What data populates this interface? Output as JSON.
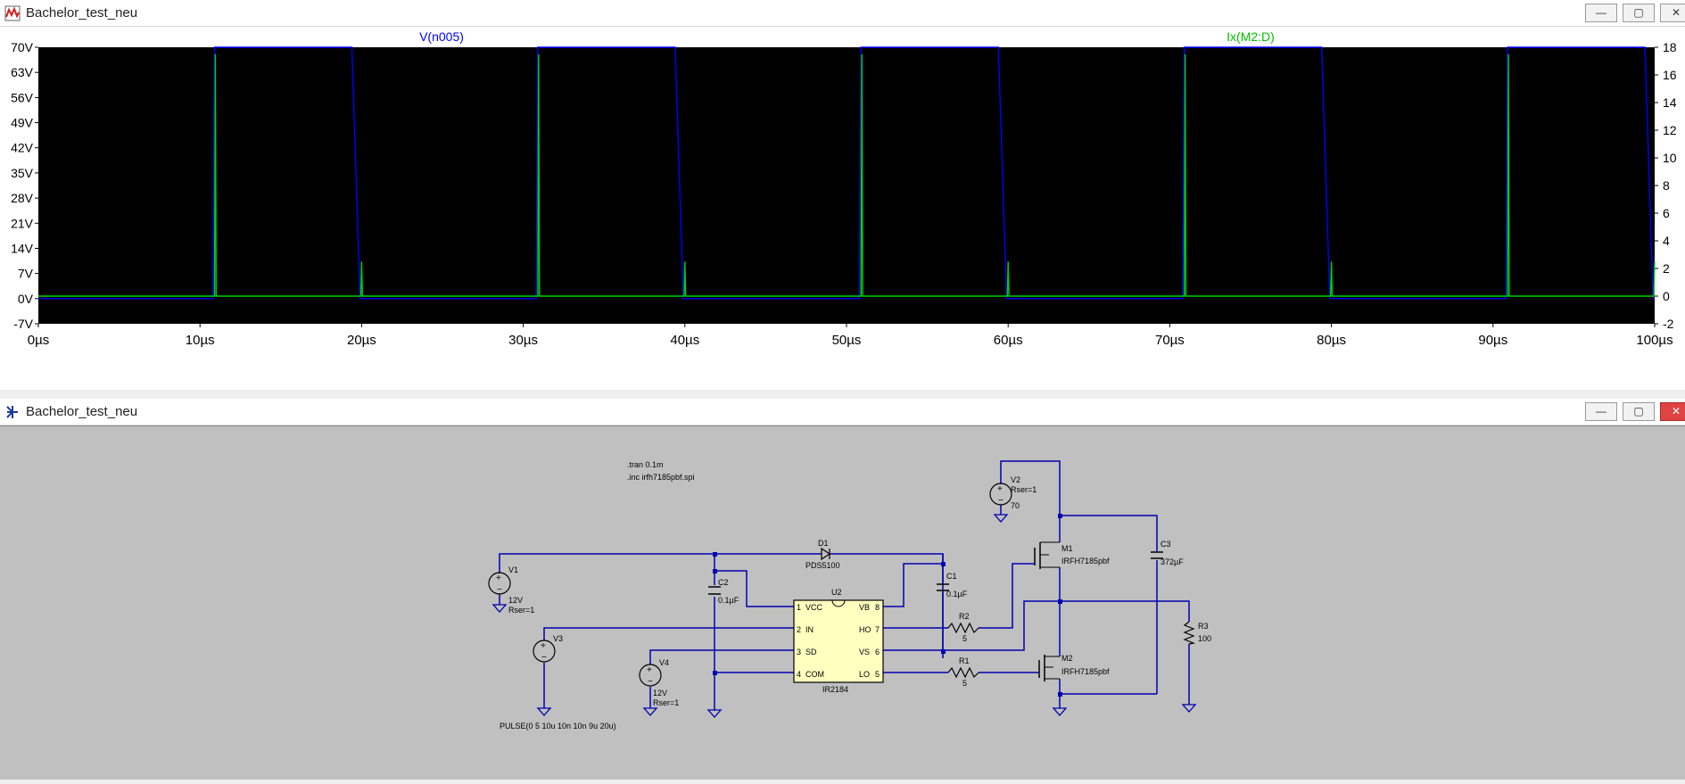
{
  "plot_window": {
    "title": "Bachelor_test_neu",
    "traces": [
      {
        "name": "V(n005)",
        "color": "#0000ff"
      },
      {
        "name": "Ix(M2:D)",
        "color": "#00d000"
      }
    ],
    "left_axis_ticks": [
      "70V",
      "63V",
      "56V",
      "49V",
      "42V",
      "35V",
      "28V",
      "21V",
      "14V",
      "7V",
      "0V",
      "-7V"
    ],
    "right_axis_ticks": [
      "18",
      "16",
      "14",
      "12",
      "10",
      "8",
      "6",
      "4",
      "2",
      "0",
      "-2"
    ],
    "x_axis_ticks": [
      "0µs",
      "10µs",
      "20µs",
      "30µs",
      "40µs",
      "50µs",
      "60µs",
      "70µs",
      "80µs",
      "90µs",
      "100µs"
    ]
  },
  "chart_data": {
    "type": "line",
    "xlabel": "",
    "ylabel": "",
    "x_range_us": [
      0,
      100
    ],
    "y_left_range_V": [
      -7,
      70
    ],
    "series": [
      {
        "name": "V(n005)",
        "axis": "left",
        "unit": "V",
        "x": [
          0,
          10.8,
          10.9,
          19.4,
          19.9,
          30.8,
          30.9,
          39.4,
          39.9,
          50.8,
          50.9,
          59.4,
          59.9,
          70.8,
          70.9,
          79.4,
          79.9,
          90.8,
          90.9,
          99.4,
          99.9,
          100
        ],
        "y": [
          0,
          0,
          70,
          70,
          0,
          0,
          70,
          70,
          0,
          0,
          70,
          70,
          0,
          0,
          70,
          70,
          0,
          0,
          70,
          70,
          0,
          0
        ]
      },
      {
        "name": "Ix(M2:D)",
        "axis": "right",
        "x": [
          0,
          10.9,
          10.95,
          11.0,
          19.95,
          20.0,
          20.05,
          30.9,
          30.95,
          31.0,
          39.95,
          40.0,
          40.05,
          50.9,
          50.95,
          51.0,
          59.95,
          60.0,
          60.05,
          70.9,
          70.95,
          71.0,
          79.95,
          80.0,
          80.05,
          90.9,
          90.95,
          91.0,
          99.95,
          100
        ],
        "y": [
          0,
          0,
          17.5,
          0,
          0,
          2.5,
          0,
          0,
          17.5,
          0,
          0,
          2.5,
          0,
          0,
          17.5,
          0,
          0,
          2.5,
          0,
          0,
          17.5,
          0,
          0,
          2.5,
          0,
          0,
          17.5,
          0,
          0,
          2.5
        ]
      }
    ]
  },
  "schematic_window": {
    "title": "Bachelor_test_neu",
    "directives": [
      ".tran 0.1m",
      ".inc irfh7185pbf.spi"
    ],
    "components": {
      "v1": {
        "name": "V1",
        "value": "12V",
        "param": "Rser=1"
      },
      "v2": {
        "name": "V2",
        "value": "70",
        "param": "Rser=1"
      },
      "v3": {
        "name": "V3",
        "value": "PULSE(0 5 10u 10n 10n 9u 20u)"
      },
      "v4": {
        "name": "V4",
        "value": "12V",
        "param": "Rser=1"
      },
      "d1": {
        "name": "D1",
        "value": "PDS5100"
      },
      "c1": {
        "name": "C1",
        "value": "0.1µF"
      },
      "c2": {
        "name": "C2",
        "value": "0.1µF"
      },
      "c3": {
        "name": "C3",
        "value": "372µF"
      },
      "r1": {
        "name": "R1",
        "value": "5"
      },
      "r2": {
        "name": "R2",
        "value": "5"
      },
      "r3": {
        "name": "R3",
        "value": "100"
      },
      "m1": {
        "name": "M1",
        "value": "IRFH7185pbf"
      },
      "m2": {
        "name": "M2",
        "value": "IRFH7185pbf"
      },
      "u2": {
        "name": "U2",
        "value": "IR2184",
        "pins_left": [
          {
            "num": "1",
            "label": "VCC"
          },
          {
            "num": "2",
            "label": "IN"
          },
          {
            "num": "3",
            "label": "SD"
          },
          {
            "num": "4",
            "label": "COM"
          }
        ],
        "pins_right": [
          {
            "num": "8",
            "label": "VB"
          },
          {
            "num": "7",
            "label": "HO"
          },
          {
            "num": "6",
            "label": "VS"
          },
          {
            "num": "5",
            "label": "LO"
          }
        ]
      }
    }
  },
  "window_buttons": {
    "minimize": "—",
    "maximize": "▢",
    "close": "✕"
  },
  "colors": {
    "plot_bg": "#000000",
    "wire": "#0000b0",
    "schematic_bg": "#c0c0c0",
    "ic_fill": "#ffffc0"
  }
}
